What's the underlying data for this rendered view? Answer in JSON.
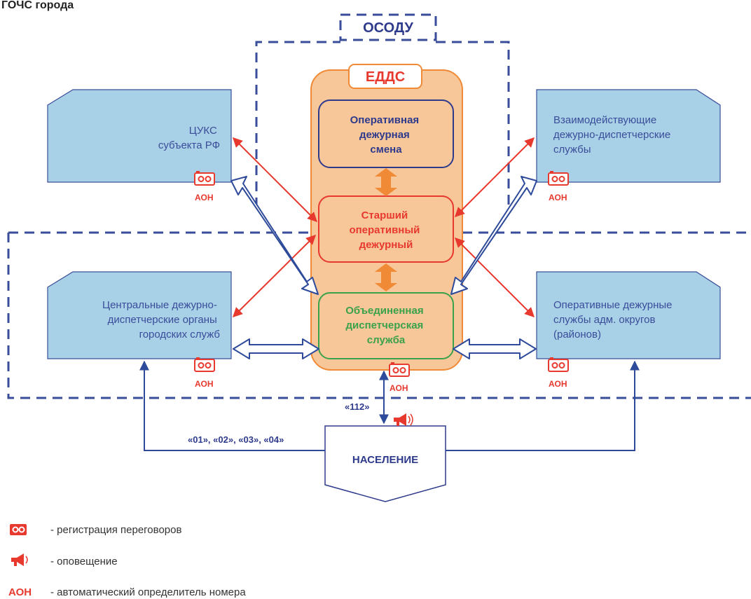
{
  "header": {
    "title": "ГОЧС города"
  },
  "outer_group": {
    "label": "ОСОДУ"
  },
  "center_group": {
    "label": "ЕДДС"
  },
  "nodes": {
    "ods": {
      "lines": [
        "Оперативная",
        "дежурная",
        "смена"
      ]
    },
    "sod": {
      "lines": [
        "Старший",
        "оперативный",
        "дежурный"
      ]
    },
    "ob": {
      "lines": [
        "Объединенная",
        "диспетчерская",
        "служба"
      ]
    },
    "tsuks": {
      "lines": [
        "ЦУКС",
        "субъекта РФ"
      ]
    },
    "vzaim": {
      "lines": [
        "Взаимодействующие",
        "дежурно-диспетчерские",
        "службы"
      ]
    },
    "tsentr": {
      "lines": [
        "Центральные дежурно-",
        "диспетчерские органы",
        "городских служб"
      ]
    },
    "operdej": {
      "lines": [
        "Оперативные дежурные",
        "службы адм. округов",
        "(районов)"
      ]
    },
    "naselenie": {
      "label": "НАСЕЛЕНИЕ"
    }
  },
  "aoh_label": "АОН",
  "edges": {
    "e112": "«112»",
    "emergency_numbers": "«01», «02», «03», «04»"
  },
  "legend": [
    {
      "icon": "recorder-icon",
      "text": "- регистрация переговоров"
    },
    {
      "icon": "megaphone-icon",
      "text": "- оповещение"
    },
    {
      "key": "АОН",
      "text": "- автоматический определитель номера"
    }
  ],
  "colors": {
    "blue_dash": "#3a4d9a",
    "light_blue_box": "#a8d0e6",
    "orange_panel": "#f7c699",
    "red": "#e8392e",
    "green": "#3aa24a",
    "navy": "#2e3a8c",
    "arrow_orange": "#f08a36"
  }
}
